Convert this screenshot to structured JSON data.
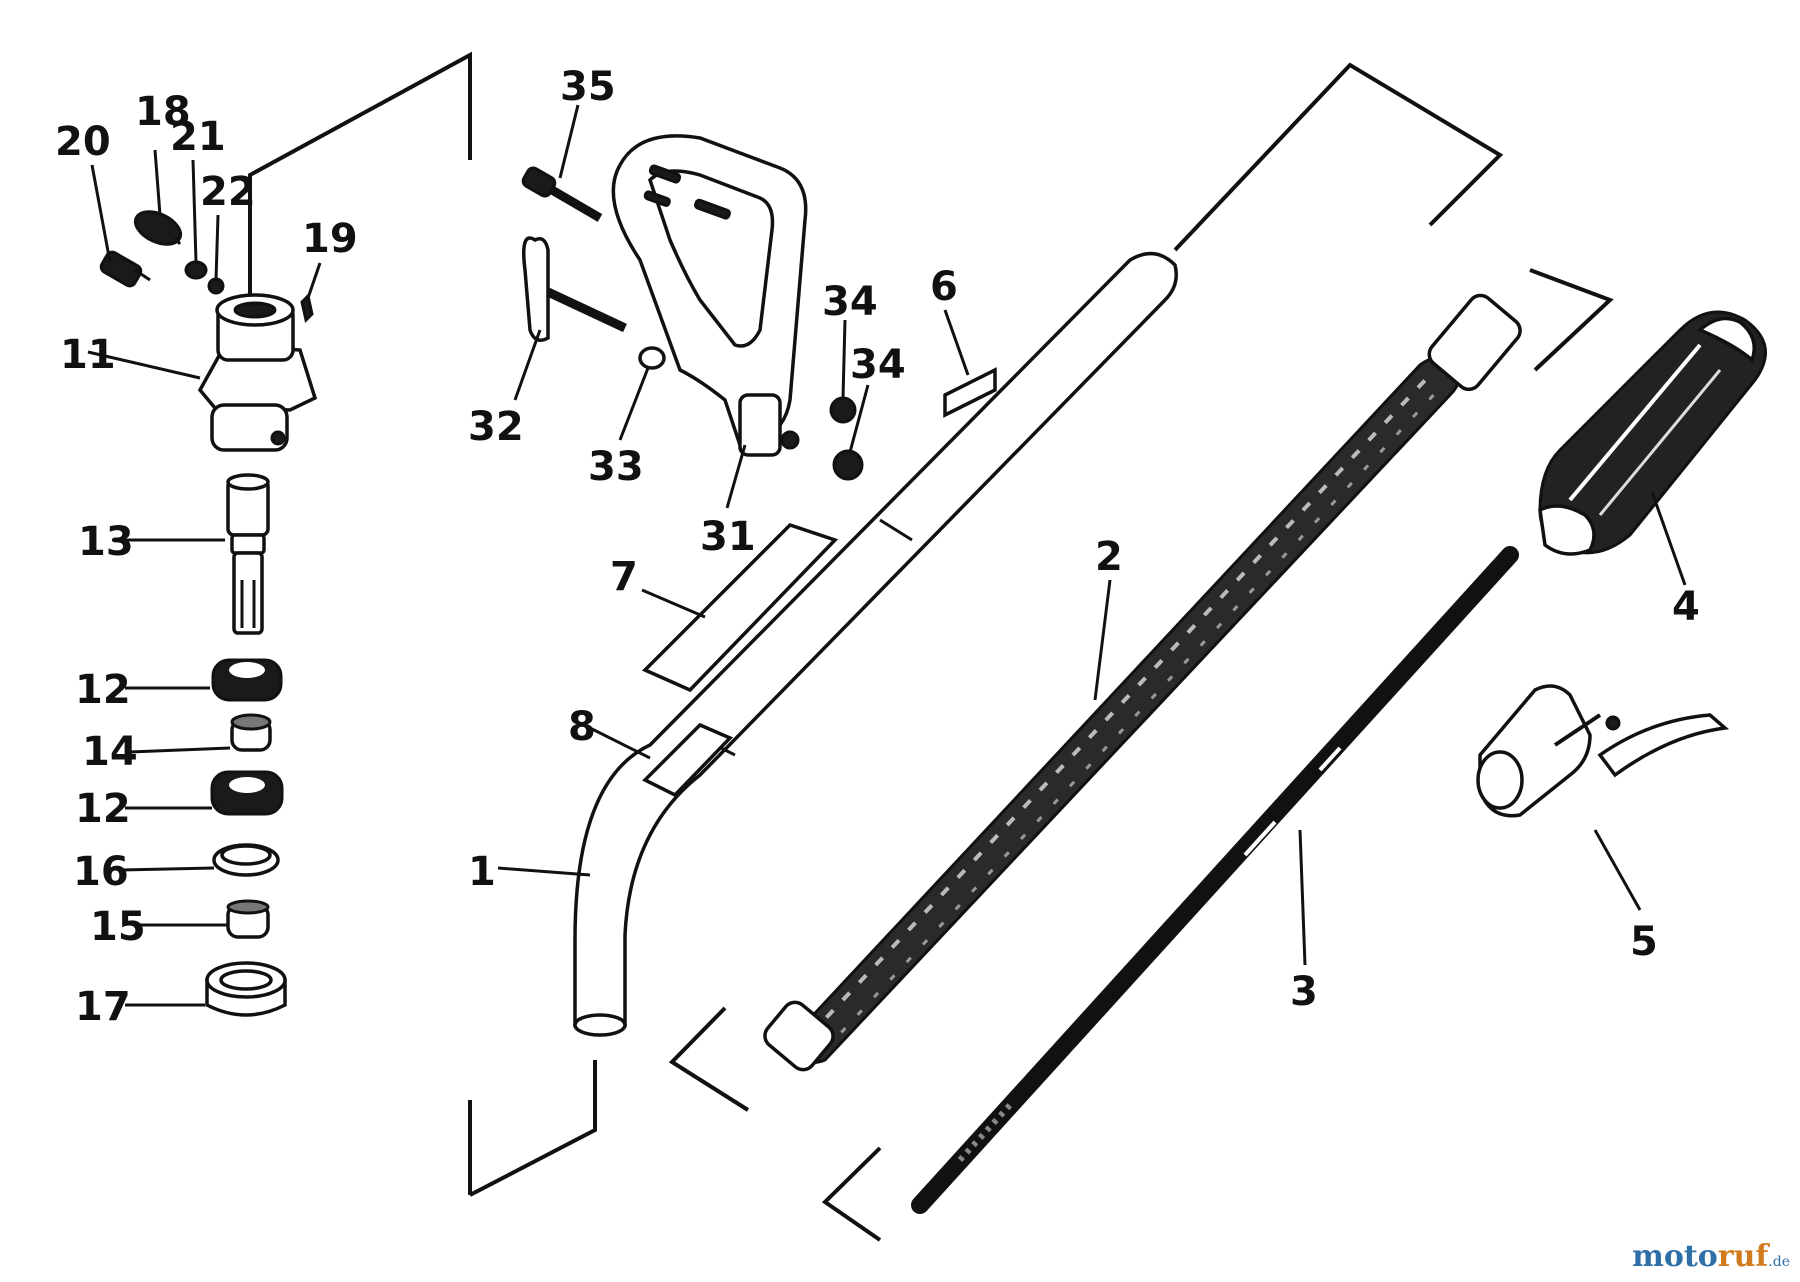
{
  "diagram": {
    "callouts": {
      "n1": "1",
      "n2": "2",
      "n3": "3",
      "n4": "4",
      "n5": "5",
      "n6": "6",
      "n7": "7",
      "n8": "8",
      "n11": "11",
      "n12a": "12",
      "n12b": "12",
      "n13": "13",
      "n14": "14",
      "n15": "15",
      "n16": "16",
      "n17": "17",
      "n18": "18",
      "n19": "19",
      "n20": "20",
      "n21": "21",
      "n22": "22",
      "n31": "31",
      "n32": "32",
      "n33": "33",
      "n34a": "34",
      "n34b": "34",
      "n35": "35"
    }
  },
  "watermark": {
    "part1": "moto",
    "part2": "ruf",
    "part3": ".de"
  }
}
